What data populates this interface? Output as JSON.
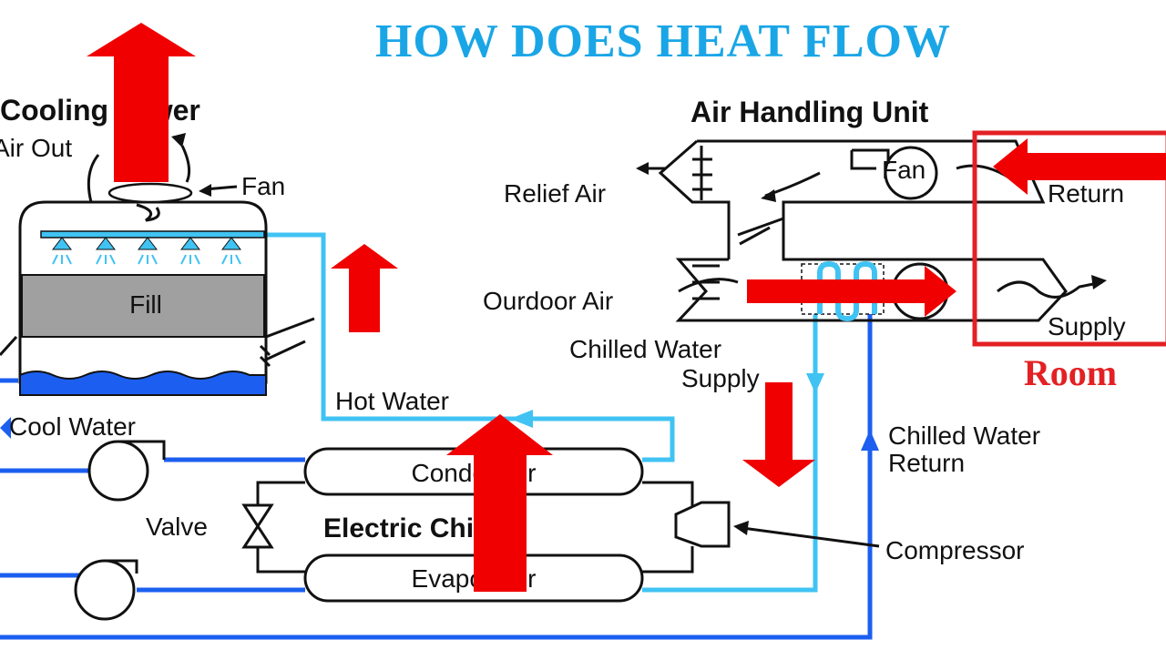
{
  "title": "HOW DOES HEAT FLOW",
  "labels": {
    "cooling_tower": "Cooling Tower",
    "air_out": "Air Out",
    "fan_tower": "Fan",
    "fill": "Fill",
    "cool_water": "Cool Water",
    "hot_water": "Hot Water",
    "condenser": "Condenser",
    "evaporator": "Evaporator",
    "valve": "Valve",
    "electric_chiller": "Electric Chiller",
    "compressor": "Compressor",
    "air_handling_unit": "Air Handling Unit",
    "relief_air": "Relief Air",
    "outdoor_air": "Ourdoor Air",
    "fan_ahu": "Fan",
    "return": "Return",
    "supply": "Supply",
    "chilled_water_supply_1": "Chilled Water",
    "chilled_water_supply_2": "Supply",
    "chilled_water_return_1": "Chilled Water",
    "chilled_water_return_2": "Return",
    "room": "Room"
  },
  "colors": {
    "title": "#1aa6e6",
    "heat_arrow": "#f00000",
    "room_box": "#e32124",
    "cold_pipe": "#1c5ff0",
    "chilled_pipe": "#40c3f3",
    "fill_block": "#a0a0a0"
  }
}
